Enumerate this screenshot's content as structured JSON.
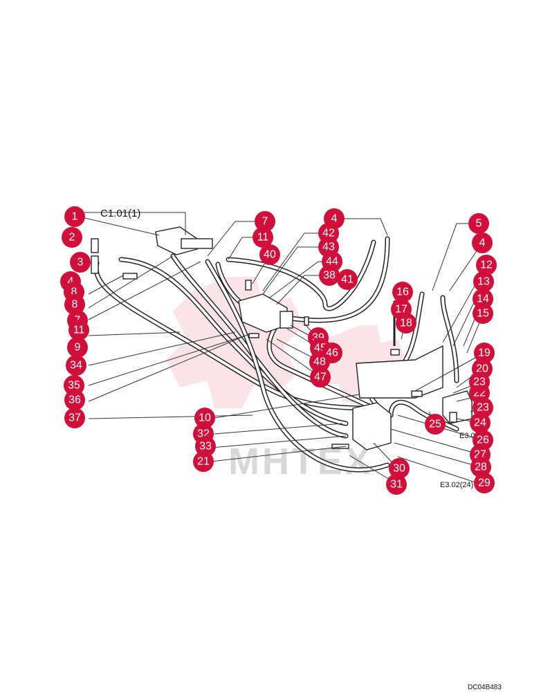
{
  "diagram": {
    "references": {
      "top_ref": "C1.01(1)",
      "e3_a": "E3.0",
      "e3_b": "E3.02(24)"
    },
    "drawing_code": "DC04B483",
    "watermark_text": "MHTEX",
    "accent_color": "#d0103a",
    "callouts": [
      "1",
      "2",
      "3",
      "4",
      "8",
      "8",
      "7",
      "11",
      "9",
      "34",
      "35",
      "36",
      "37",
      "7",
      "11",
      "40",
      "42",
      "43",
      "44",
      "38",
      "41",
      "4",
      "39",
      "45",
      "46",
      "48",
      "47",
      "10",
      "32",
      "33",
      "21",
      "30",
      "31",
      "16",
      "17",
      "18",
      "5",
      "4",
      "12",
      "13",
      "14",
      "15",
      "19",
      "20",
      "22",
      "23",
      "23",
      "24",
      "25",
      "26",
      "27",
      "28",
      "29"
    ]
  }
}
